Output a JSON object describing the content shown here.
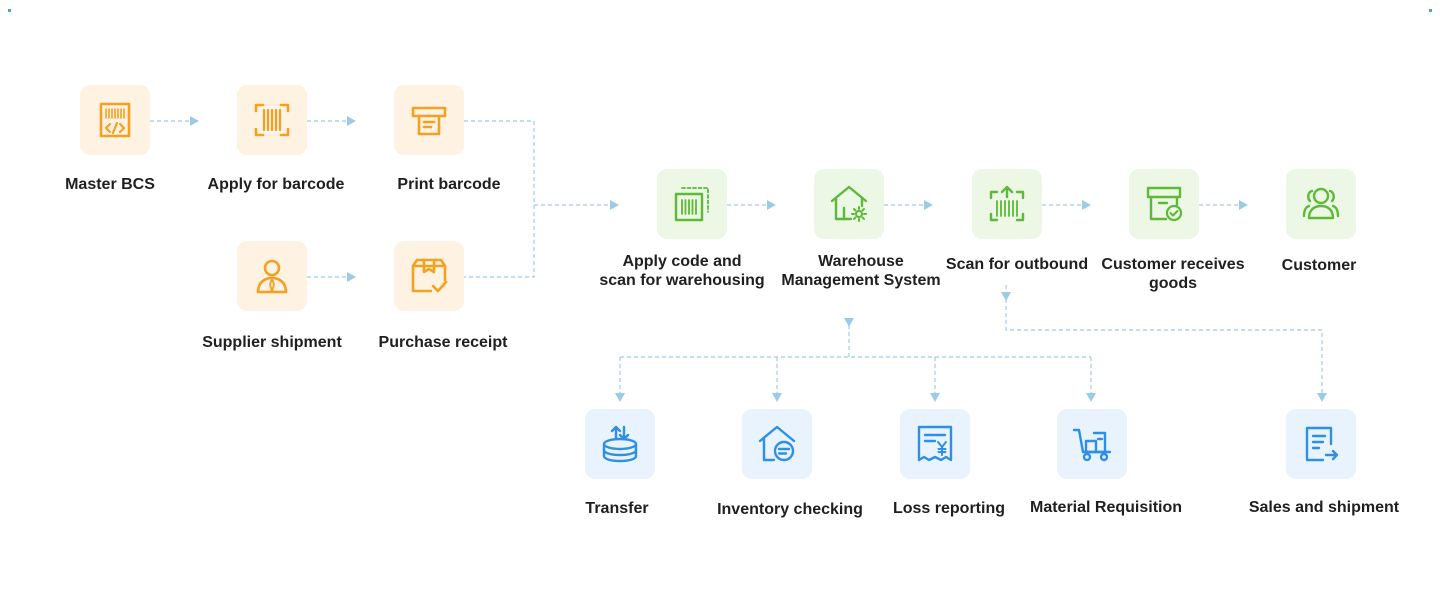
{
  "colors": {
    "orange_icon": "#f5a020",
    "orange_tile": "#fef3e2",
    "green_icon": "#5cba35",
    "green_tile": "#ecf7e6",
    "blue_icon": "#2e8fe6",
    "blue_tile": "#e9f3fd",
    "connector": "#9ccbe8",
    "text": "#1f1f1f"
  },
  "nodes": [
    {
      "id": "master-bcs",
      "label": "Master BCS",
      "icon": "barcode-code-icon",
      "group": "orange"
    },
    {
      "id": "apply-barcode",
      "label": "Apply for barcode",
      "icon": "barcode-scan-icon",
      "group": "orange"
    },
    {
      "id": "print-barcode",
      "label": "Print barcode",
      "icon": "printer-icon",
      "group": "orange"
    },
    {
      "id": "supplier-shipment",
      "label": "Supplier shipment",
      "icon": "supplier-person-icon",
      "group": "orange"
    },
    {
      "id": "purchase-receipt",
      "label": "Purchase receipt",
      "icon": "package-check-icon",
      "group": "orange"
    },
    {
      "id": "apply-code-scan",
      "label": "Apply code and\nscan for warehousing",
      "icon": "barcode-frame-icon",
      "group": "green"
    },
    {
      "id": "wms",
      "label": "Warehouse\nManagement System",
      "icon": "warehouse-gear-icon",
      "group": "green"
    },
    {
      "id": "scan-outbound",
      "label": "Scan for outbound",
      "icon": "barcode-upload-icon",
      "group": "green"
    },
    {
      "id": "customer-receives",
      "label": "Customer receives\ngoods",
      "icon": "box-check-icon",
      "group": "green"
    },
    {
      "id": "customer",
      "label": "Customer",
      "icon": "users-icon",
      "group": "green"
    },
    {
      "id": "transfer",
      "label": "Transfer",
      "icon": "stack-transfer-icon",
      "group": "blue"
    },
    {
      "id": "inventory-checking",
      "label": "Inventory checking",
      "icon": "house-search-icon",
      "group": "blue"
    },
    {
      "id": "loss-reporting",
      "label": "Loss reporting",
      "icon": "receipt-yen-icon",
      "group": "blue"
    },
    {
      "id": "material-requisition",
      "label": "Material Requisition",
      "icon": "hand-truck-icon",
      "group": "blue"
    },
    {
      "id": "sales-shipment",
      "label": "Sales and shipment",
      "icon": "document-arrow-icon",
      "group": "blue"
    }
  ]
}
